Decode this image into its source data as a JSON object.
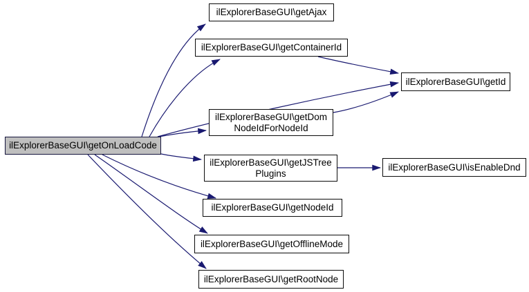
{
  "diagram": {
    "type": "call-graph",
    "focus_node": "ilExplorerBaseGUI\\getOnLoadCode",
    "colors": {
      "edge": "#191970",
      "node_border": "#0a0a0a",
      "node_fill": "#ffffff",
      "focus_fill": "#bfbfbf",
      "text": "#000000",
      "background": "#ffffff"
    },
    "nodes": [
      {
        "id": "getOnLoadCode",
        "label": "ilExplorerBaseGUI\\getOnLoadCode",
        "focus": true
      },
      {
        "id": "getAjax",
        "label": "ilExplorerBaseGUI\\getAjax",
        "focus": false
      },
      {
        "id": "getContainerId",
        "label": "ilExplorerBaseGUI\\getContainerId",
        "focus": false
      },
      {
        "id": "getId",
        "label": "ilExplorerBaseGUI\\getId",
        "focus": false
      },
      {
        "id": "getDomNodeIdForNodeId",
        "label": "ilExplorerBaseGUI\\getDom NodeIdForNodeId",
        "focus": false
      },
      {
        "id": "getJSTreePlugins",
        "label": "ilExplorerBaseGUI\\getJSTree Plugins",
        "focus": false
      },
      {
        "id": "isEnableDnd",
        "label": "ilExplorerBaseGUI\\isEnableDnd",
        "focus": false
      },
      {
        "id": "getNodeId",
        "label": "ilExplorerBaseGUI\\getNodeId",
        "focus": false
      },
      {
        "id": "getOfflineMode",
        "label": "ilExplorerBaseGUI\\getOfflineMode",
        "focus": false
      },
      {
        "id": "getRootNode",
        "label": "ilExplorerBaseGUI\\getRootNode",
        "focus": false
      }
    ],
    "edges": [
      {
        "from": "getOnLoadCode",
        "to": "getAjax"
      },
      {
        "from": "getOnLoadCode",
        "to": "getContainerId"
      },
      {
        "from": "getOnLoadCode",
        "to": "getId"
      },
      {
        "from": "getOnLoadCode",
        "to": "getDomNodeIdForNodeId"
      },
      {
        "from": "getOnLoadCode",
        "to": "getJSTreePlugins"
      },
      {
        "from": "getOnLoadCode",
        "to": "getNodeId"
      },
      {
        "from": "getOnLoadCode",
        "to": "getOfflineMode"
      },
      {
        "from": "getOnLoadCode",
        "to": "getRootNode"
      },
      {
        "from": "getContainerId",
        "to": "getId"
      },
      {
        "from": "getDomNodeIdForNodeId",
        "to": "getId"
      },
      {
        "from": "getJSTreePlugins",
        "to": "isEnableDnd"
      }
    ]
  }
}
